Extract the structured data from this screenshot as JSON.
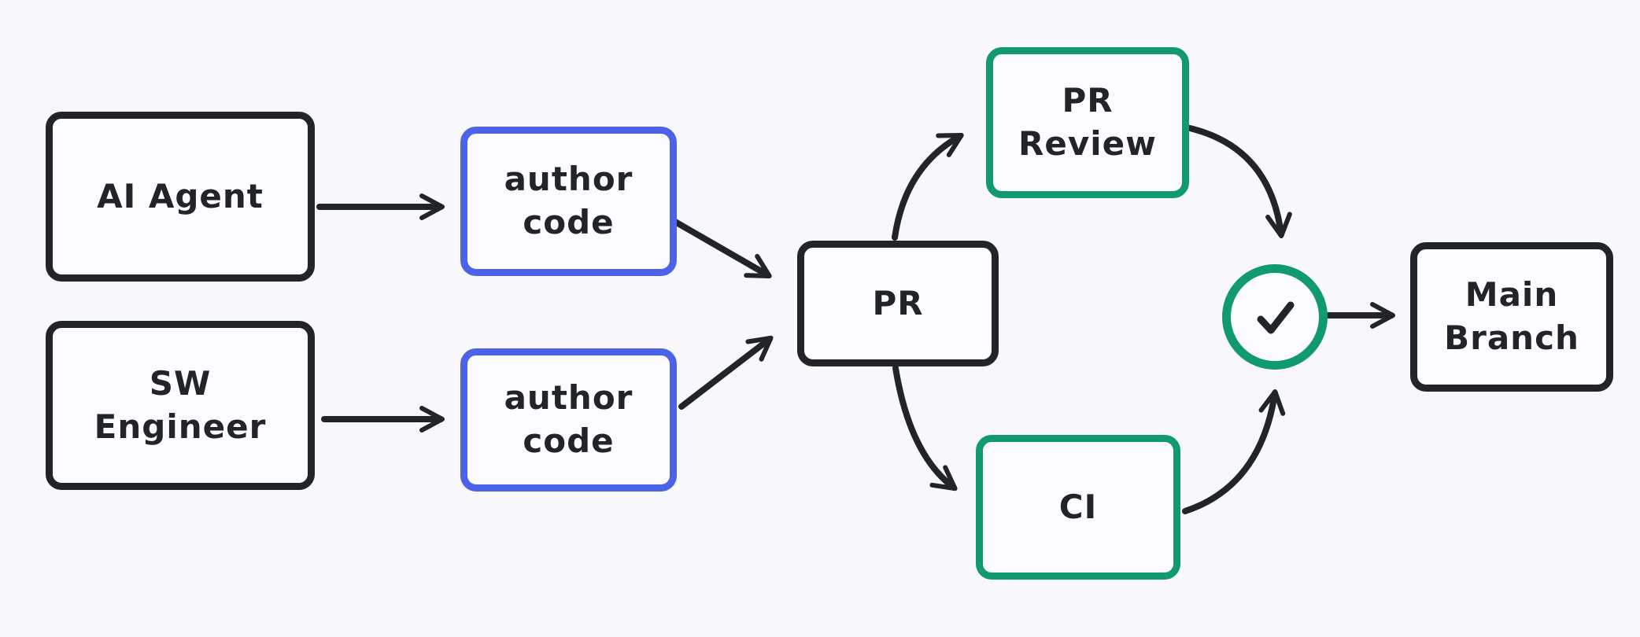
{
  "diagram": {
    "title": "PR workflow diagram",
    "colors": {
      "background": "#f8f8fc",
      "ink": "#212428",
      "blue": "#4c63e8",
      "green": "#129a6f",
      "node_fill": "#fcfcfe"
    },
    "nodes": {
      "ai_agent": {
        "label": "AI Agent",
        "shape": "rectangle",
        "border_color": "ink"
      },
      "sw_engineer": {
        "label": "SW Engineer",
        "shape": "rectangle",
        "border_color": "ink"
      },
      "author_code_top": {
        "label": "author code",
        "shape": "rectangle",
        "border_color": "blue"
      },
      "author_code_bottom": {
        "label": "author code",
        "shape": "rectangle",
        "border_color": "blue"
      },
      "pr": {
        "label": "PR",
        "shape": "rectangle",
        "border_color": "ink"
      },
      "pr_review": {
        "label": "PR Review",
        "shape": "rectangle",
        "border_color": "green"
      },
      "ci": {
        "label": "CI",
        "shape": "rectangle",
        "border_color": "green"
      },
      "approval": {
        "icon": "checkmark",
        "shape": "circle",
        "border_color": "green"
      },
      "main_branch": {
        "label": "Main Branch",
        "shape": "rectangle",
        "border_color": "ink"
      }
    },
    "edges": [
      {
        "from": "ai_agent",
        "to": "author_code_top",
        "style": "straight"
      },
      {
        "from": "sw_engineer",
        "to": "author_code_bottom",
        "style": "straight"
      },
      {
        "from": "author_code_top",
        "to": "pr",
        "style": "straight"
      },
      {
        "from": "author_code_bottom",
        "to": "pr",
        "style": "straight"
      },
      {
        "from": "pr",
        "to": "pr_review",
        "style": "curved"
      },
      {
        "from": "pr",
        "to": "ci",
        "style": "curved"
      },
      {
        "from": "pr_review",
        "to": "approval",
        "style": "curved"
      },
      {
        "from": "ci",
        "to": "approval",
        "style": "curved"
      },
      {
        "from": "approval",
        "to": "main_branch",
        "style": "straight"
      }
    ]
  }
}
